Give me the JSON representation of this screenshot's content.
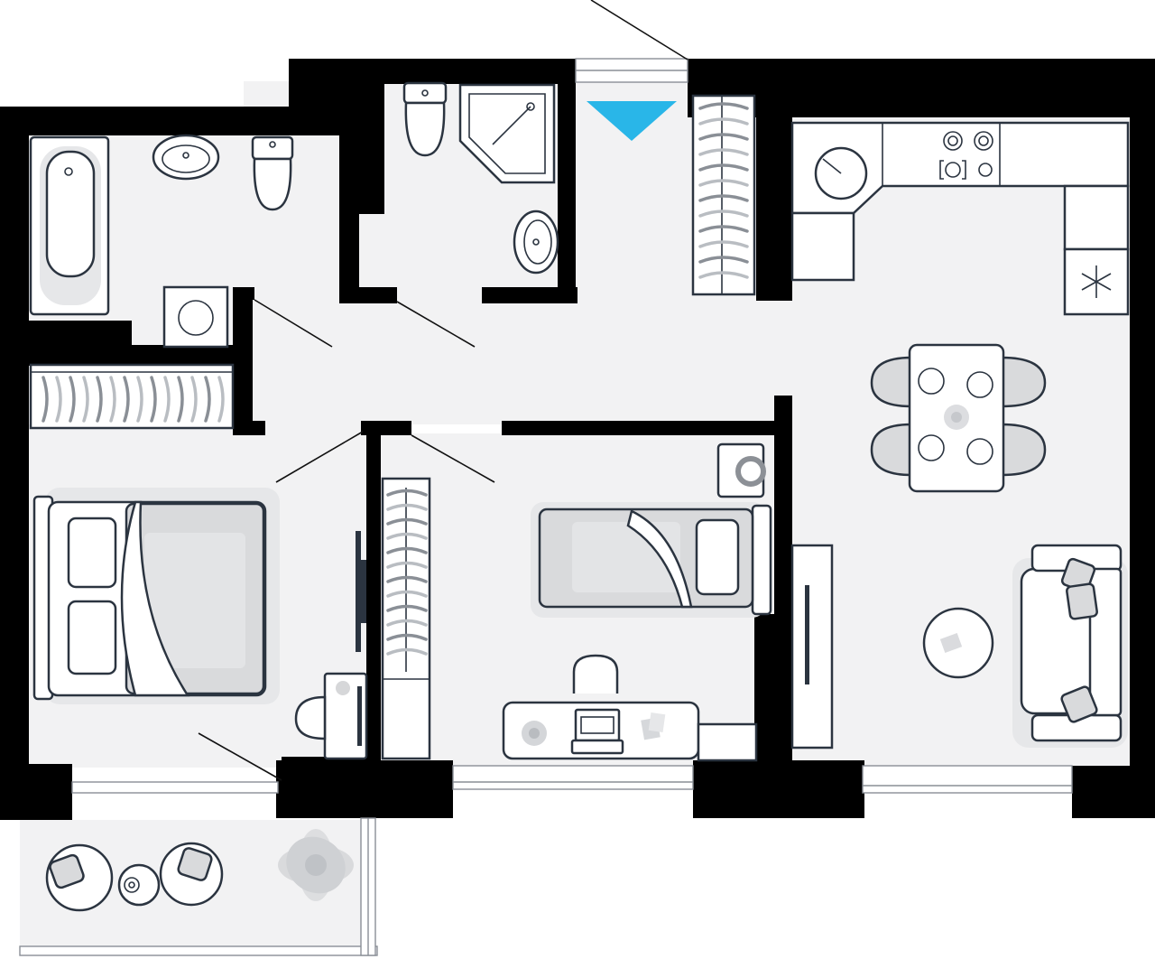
{
  "plan": {
    "wall_color": "#000000",
    "floor_color": "#f2f2f3",
    "line_color": "#2b3440",
    "accent_color": "#29b6e8",
    "rooms": [
      {
        "id": "bathroom",
        "label": ""
      },
      {
        "id": "toilet-shower",
        "label": ""
      },
      {
        "id": "hallway",
        "label": ""
      },
      {
        "id": "kitchen-living",
        "label": ""
      },
      {
        "id": "bedroom",
        "label": ""
      },
      {
        "id": "kids-room",
        "label": ""
      },
      {
        "id": "balcony",
        "label": ""
      }
    ],
    "entrance_marker": "entrance-triangle",
    "icons": [
      "bathtub-icon",
      "sink-icon",
      "toilet-icon",
      "shower-icon",
      "washing-machine-icon",
      "wardrobe-icon",
      "stove-icon",
      "fridge-icon",
      "dining-table-icon",
      "sofa-icon",
      "double-bed-icon",
      "single-bed-icon",
      "desk-icon",
      "laptop-icon",
      "plant-icon",
      "tv-icon",
      "armchair-icon",
      "coffee-table-icon"
    ]
  }
}
